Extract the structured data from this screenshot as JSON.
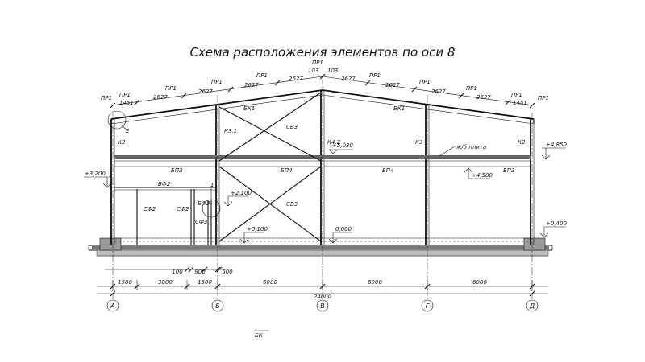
{
  "title": "Схема расположения элементов  по оси 8",
  "axes": [
    "А",
    "Б",
    "В",
    "Г",
    "Д"
  ],
  "dimensions": {
    "bottom": [
      "1500",
      "3000",
      "1500",
      "6000",
      "6000",
      "6000"
    ],
    "extra_100": "100",
    "extra_900": "900",
    "extra_500": "500",
    "total": "24000"
  },
  "roof": {
    "purlin": "ПР1",
    "span_2627": "2627",
    "span_1451": "1451",
    "span_103": "103"
  },
  "members": {
    "bk1": "БК1",
    "k31": "К3.1",
    "sv3": "СВ3",
    "k42": "К4.2",
    "k3": "К3",
    "k2": "К2",
    "bp3": "БП3",
    "bp4": "БП4",
    "bf2": "БФ2",
    "bf3": "БФ3",
    "sf2": "СФ2",
    "sf3": "СФ3",
    "bk": "БК",
    "slab": "ж/б плита",
    "node1": "1",
    "node2": "2"
  },
  "elevations": {
    "e5030": "+5,030",
    "e4850": "+4,850",
    "e4500": "+4,500",
    "e3200": "+3,200",
    "e2100": "+2,100",
    "e400": "+0,400",
    "e100": "+0,100",
    "e0": "0,000"
  }
}
